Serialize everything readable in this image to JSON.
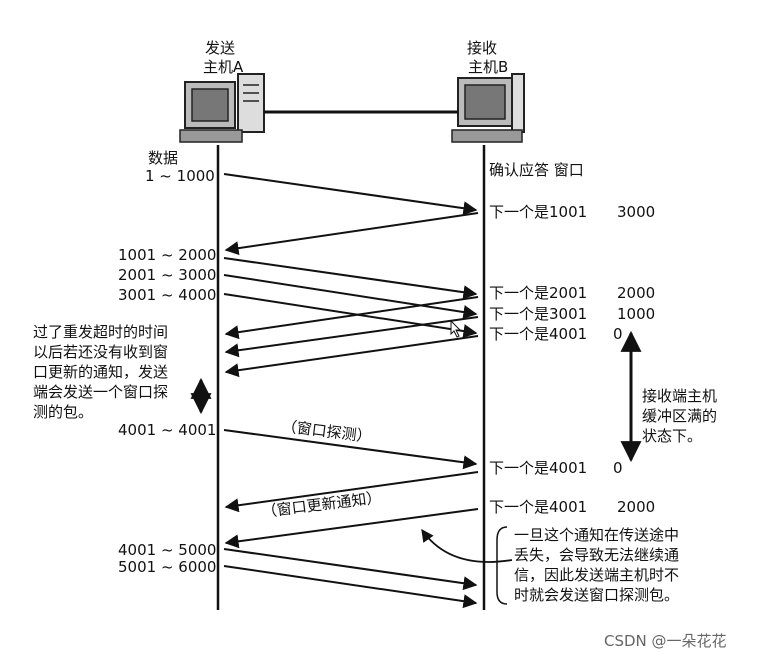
{
  "hosts": {
    "sender": {
      "line1": "发送",
      "line2": "主机A"
    },
    "receiver": {
      "line1": "接收",
      "line2": "主机B"
    }
  },
  "column_headers": {
    "data": "数据",
    "ack_window": "确认应答 窗口"
  },
  "data_labels": {
    "d1": "1 ~ 1000",
    "d2": "1001 ~ 2000",
    "d3": "2001 ~ 3000",
    "d4": "3001 ~ 4000",
    "d5": "4001 ~ 4001",
    "d6": "4001 ~ 5000",
    "d7": "5001 ~ 6000"
  },
  "acks": [
    {
      "text": "下一个是1001",
      "window": "3000"
    },
    {
      "text": "下一个是2001",
      "window": "2000"
    },
    {
      "text": "下一个是3001",
      "window": "1000"
    },
    {
      "text": "下一个是4001",
      "window": "0"
    },
    {
      "text": "下一个是4001",
      "window": "0"
    },
    {
      "text": "下一个是4001",
      "window": "2000"
    }
  ],
  "annotations": {
    "left_note": "过了重发超时的时间\n以后若还没有收到窗\n口更新的通知，发送\n端会发送一个窗口探\n测的包。",
    "right_note": "接收端主机\n缓冲区满的\n状态下。",
    "probe_label": "（窗口探测）",
    "update_label": "（窗口更新通知）",
    "loss_note": "一旦这个通知在传送途中\n丢失，会导致无法继续通\n信，因此发送端主机时不\n时就会发送窗口探测包。"
  },
  "watermark": "CSDN @一朵花花"
}
